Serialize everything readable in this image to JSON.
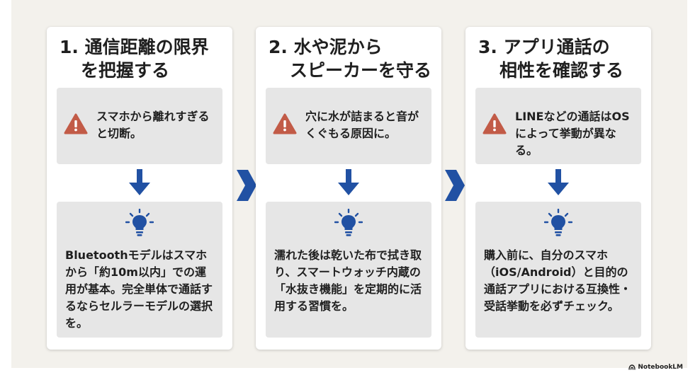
{
  "colors": {
    "warning_triangle": "#c25b47",
    "accent_blue": "#2151a3",
    "box_gray": "#e6e6e6",
    "background": "#f3f1ec"
  },
  "cards": [
    {
      "title_line1": "1. 通信距離の限界",
      "title_line2": "を把握する",
      "warning_icon": "warning-triangle-icon",
      "warning_text": "スマホから離れすぎると切断。",
      "tip_icon": "lightbulb-icon",
      "tip_text": "Bluetoothモデルはスマホから「約10m以内」での運用が基本。完全単体で通話するならセルラーモデルの選択を。"
    },
    {
      "title_line1": "2. 水や泥から",
      "title_line2": "スピーカーを守る",
      "warning_icon": "warning-triangle-icon",
      "warning_text": "穴に水が詰まると音がくぐもる原因に。",
      "tip_icon": "lightbulb-icon",
      "tip_text": "濡れた後は乾いた布で拭き取り、スマートウォッチ内蔵の「水抜き機能」を定期的に活用する習慣を。"
    },
    {
      "title_line1": "3. アプリ通話の",
      "title_line2": "相性を確認する",
      "warning_icon": "warning-triangle-icon",
      "warning_text": "LINEなどの通話はOSによって挙動が異なる。",
      "tip_icon": "lightbulb-icon",
      "tip_text": "購入前に、自分のスマホ（iOS/Android）と目的の通話アプリにおける互換性・受話挙動を必ずチェック。"
    }
  ],
  "watermark": "NotebookLM"
}
